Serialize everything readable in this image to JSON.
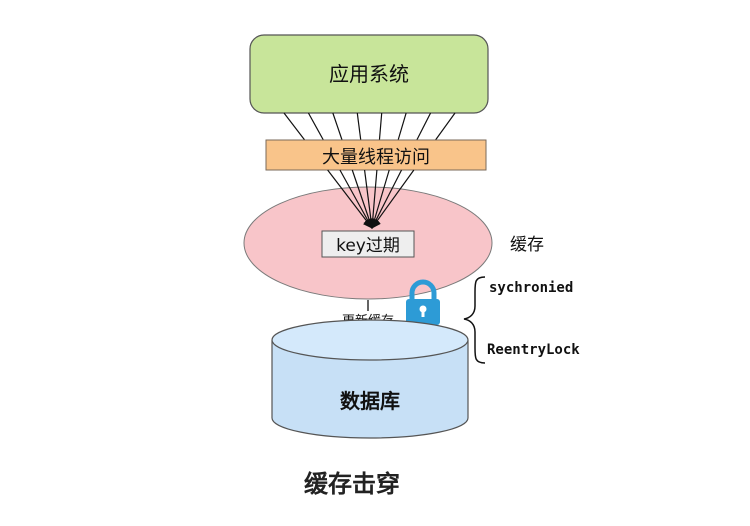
{
  "app_system": {
    "label": "应用系统"
  },
  "threads": {
    "label": "大量线程访问",
    "line_count": 8
  },
  "cache": {
    "label": "缓存",
    "key_label": "key过期"
  },
  "update": {
    "label": "更新缓存"
  },
  "lock": {
    "icon": "lock-icon",
    "options": [
      "sychronied",
      "ReentryLock"
    ]
  },
  "database": {
    "label": "数据库"
  },
  "caption": "缓存击穿",
  "colors": {
    "app_fill": "#c8e59a",
    "threads_fill": "#f9c48a",
    "cache_fill": "#f8c5c9",
    "db_fill": "#c7e0f6",
    "db_top": "#d4e9fb",
    "lock": "#2d9bd6"
  }
}
